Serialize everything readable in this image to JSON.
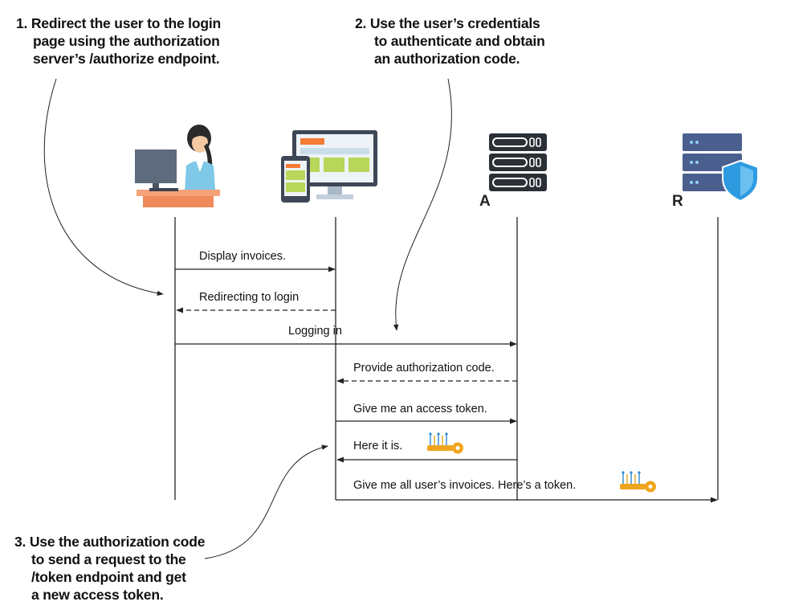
{
  "notes": [
    {
      "id": "note-1",
      "lines": [
        "1. Redirect the user to the login",
        "page using the authorization",
        "server’s /authorize endpoint."
      ]
    },
    {
      "id": "note-2",
      "lines": [
        "2. Use the user’s credentials",
        "to authenticate and obtain",
        "an authorization code."
      ]
    },
    {
      "id": "note-3",
      "lines": [
        "3. Use the authorization code",
        "to send a request to the",
        "/token endpoint and get",
        "a new access token."
      ]
    }
  ],
  "actors": [
    {
      "id": "user",
      "icon": "user-at-desk-icon",
      "label": ""
    },
    {
      "id": "client",
      "icon": "client-app-icon",
      "label": ""
    },
    {
      "id": "authorization-server",
      "icon": "server-rack-icon",
      "label": "A"
    },
    {
      "id": "resource-server",
      "icon": "shielded-server-icon",
      "label": "R"
    }
  ],
  "messages": [
    {
      "id": "msg-display-invoices",
      "text": "Display invoices.",
      "from": "user",
      "to": "client",
      "style": "solid"
    },
    {
      "id": "msg-redirecting",
      "text": "Redirecting to login",
      "from": "client",
      "to": "user",
      "style": "dashed"
    },
    {
      "id": "msg-logging-in",
      "text": "Logging in",
      "from": "user",
      "to": "authorization-server",
      "style": "solid"
    },
    {
      "id": "msg-provide-code",
      "text": "Provide authorization code.",
      "from": "authorization-server",
      "to": "client",
      "style": "dashed"
    },
    {
      "id": "msg-give-token",
      "text": "Give me an access token.",
      "from": "client",
      "to": "authorization-server",
      "style": "solid"
    },
    {
      "id": "msg-here-it-is",
      "text": "Here it is.",
      "from": "authorization-server",
      "to": "client",
      "style": "solid",
      "icon": "key-icon"
    },
    {
      "id": "msg-give-invoices",
      "text": "Give me all user’s invoices. Here’s a token.",
      "from": "client",
      "to": "resource-server",
      "style": "solid",
      "icon": "key-icon"
    }
  ],
  "colors": {
    "line": "#222222",
    "key": "#f0a51e",
    "server_dark": "#2b2f36",
    "resource_server": "#4b5f8f",
    "shield": "#2e9be0"
  }
}
